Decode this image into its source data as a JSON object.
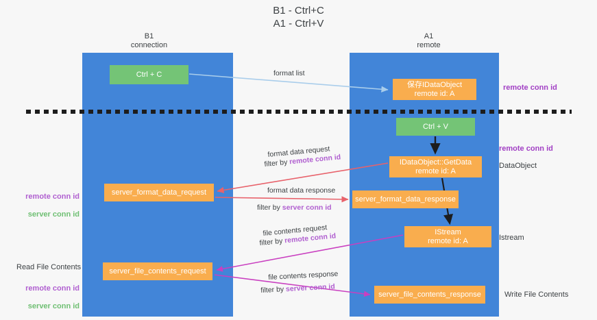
{
  "title": "B1 - Ctrl+C\nA1 - Ctrl+V",
  "lanes": [
    {
      "name": "b1",
      "heading": "B1\nconnection"
    },
    {
      "name": "a1",
      "heading": "A1\nremote"
    }
  ],
  "nodes": {
    "ctrl_c": {
      "line1": "Ctrl + C",
      "line2": "",
      "color": "#74c476"
    },
    "idataobject": {
      "line1": "保存IDataObject",
      "line2": "remote id: A",
      "color": "#f9ad4e"
    },
    "ctrl_v": {
      "line1": "Ctrl + V",
      "line2": "",
      "color": "#74c476"
    },
    "getdata": {
      "line1": "IDataObject::GetData",
      "line2": "remote id: A",
      "color": "#f9ad4e"
    },
    "server_format_data_request": {
      "line1": "server_format_data_request",
      "line2": "",
      "color": "#f9ad4e"
    },
    "server_format_data_response": {
      "line1": "server_format_data_response",
      "line2": "",
      "color": "#f9ad4e"
    },
    "istream": {
      "line1": "IStream",
      "line2": "remote id: A",
      "color": "#f9ad4e"
    },
    "server_file_contents_request": {
      "line1": "server_file_contents_request",
      "line2": "",
      "color": "#f9ad4e"
    },
    "server_file_contents_response": {
      "line1": "server_file_contents_response",
      "line2": "",
      "color": "#f9ad4e"
    }
  },
  "edge_labels": {
    "format_list": "format list",
    "format_data_request": "format data request",
    "format_data_request_filter_prefix": "filter by ",
    "format_data_request_filter_key": "remote conn id",
    "format_data_response": "format data response",
    "format_data_response_filter_prefix": "filter by ",
    "format_data_response_filter_key": "server conn id",
    "file_contents_request": "file contents request",
    "file_contents_request_filter_prefix": "filter by ",
    "file_contents_request_filter_key": "remote conn id",
    "file_contents_response": "file contents response",
    "file_contents_response_filter_prefix": "filter by ",
    "file_contents_response_filter_key": "server conn id"
  },
  "side_labels": {
    "remote_conn_id_top": "remote conn id",
    "remote_conn_id_mid": "remote conn id",
    "dataobject": "DataObject",
    "istream": "Istream",
    "write_file_contents": "Write File Contents",
    "read_file_contents": "Read File Contents",
    "left_remote_conn_id": "remote conn id",
    "left_server_conn_id": "server conn id"
  },
  "colors": {
    "lane": "#4285d8",
    "node_green": "#74c476",
    "node_orange": "#f9ad4e",
    "conn_remote": "#b05fd0",
    "conn_server": "#6fbf73",
    "arrow_format_list": "#a9cdeb",
    "arrow_format_data": "#e8626b",
    "arrow_file_contents": "#c93fc0",
    "arrow_black": "#1d1d1d",
    "divider": "#1d1d1d",
    "background": "#f7f7f7"
  }
}
